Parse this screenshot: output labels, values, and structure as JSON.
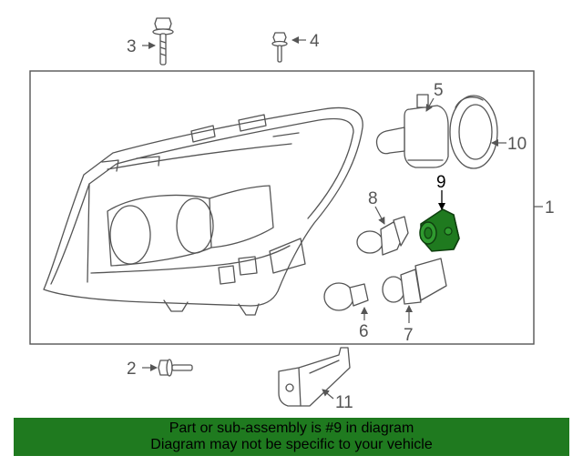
{
  "callouts": {
    "p1": "1",
    "p2": "2",
    "p3": "3",
    "p4": "4",
    "p5": "5",
    "p6": "6",
    "p7": "7",
    "p8": "8",
    "p9": "9",
    "p10": "10",
    "p11": "11"
  },
  "highlight": {
    "part": "9",
    "color": "#1f7a1f"
  },
  "banner": {
    "line1": "Part or sub-assembly is #9 in diagram",
    "line2": "Diagram may not be specific to your vehicle",
    "background": "#1f7a1f"
  }
}
